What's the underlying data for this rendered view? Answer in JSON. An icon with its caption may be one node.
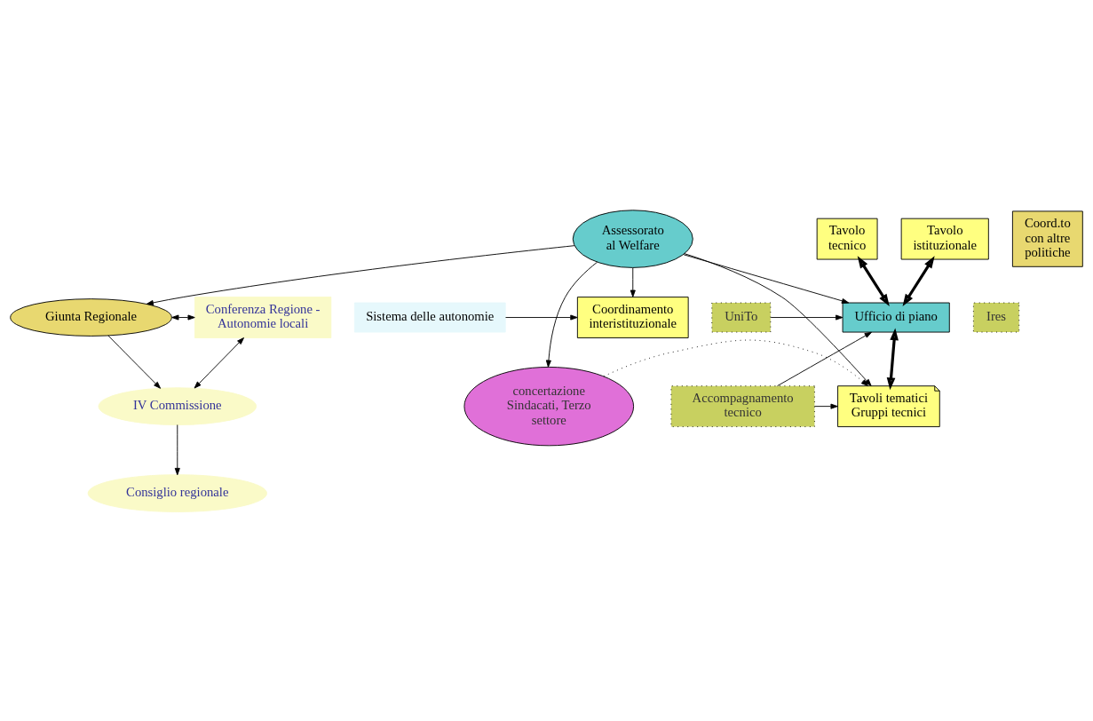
{
  "diagram": {
    "nodes": [
      {
        "text": [
          "Giunta Regionale"
        ]
      },
      {
        "text": [
          "IV Commissione"
        ]
      },
      {
        "text": [
          "Conferenza Regione - Autonomie locali"
        ]
      },
      {
        "text": [
          "Consiglio regionale"
        ]
      },
      {
        "text": [
          "Coord.to con altre politiche"
        ]
      },
      {
        "text": [
          "Coordinamento interistituzionale"
        ]
      },
      {
        "text": [
          "Tavolo istituzionale"
        ]
      },
      {
        "text": [
          "Tavolo tecnico"
        ]
      },
      {
        "text": [
          "Sistema delle autonomie"
        ]
      },
      {
        "text": [
          "Assessorato al Welfare"
        ]
      },
      {
        "text": [
          "Ufficio di piano"
        ]
      },
      {
        "text": [
          "UniTo"
        ]
      },
      {
        "text": [
          "Ires"
        ]
      },
      {
        "text": [
          "concertazione Sindacati, Terzo settore"
        ]
      },
      {
        "text": [
          "Tavoli tematici Gruppi tecnici"
        ]
      },
      {
        "text": [
          "Accompagnamento tecnico"
        ]
      }
    ],
    "edges": [
      {
        "from": 0,
        "to": 1,
        "arrow": "to"
      },
      {
        "from": 0,
        "to": 2,
        "arrow": "both"
      },
      {
        "from": 1,
        "to": 2,
        "arrow": "both"
      },
      {
        "from": 1,
        "to": 3,
        "arrow": "to"
      },
      {
        "from": 9,
        "to": 0,
        "arrow": "to"
      },
      {
        "from": 9,
        "to": 5,
        "arrow": "to"
      },
      {
        "from": 8,
        "to": 5,
        "arrow": "to"
      },
      {
        "from": 6,
        "to": 10,
        "arrow": "both",
        "style": "thick"
      },
      {
        "from": 7,
        "to": 10,
        "arrow": "both",
        "style": "thick"
      },
      {
        "from": 9,
        "to": 10,
        "arrow": "to"
      },
      {
        "from": 11,
        "to": 10,
        "arrow": "to"
      },
      {
        "from": 15,
        "to": 10,
        "arrow": "to"
      },
      {
        "from": 10,
        "to": 14,
        "arrow": "both",
        "style": "thick"
      },
      {
        "from": 9,
        "to": 13,
        "arrow": "to"
      },
      {
        "from": 9,
        "to": 14,
        "arrow": "to"
      },
      {
        "from": 13,
        "to": 14,
        "arrow": "to",
        "style": "dashed"
      },
      {
        "from": 15,
        "to": 14,
        "arrow": "to"
      }
    ]
  }
}
